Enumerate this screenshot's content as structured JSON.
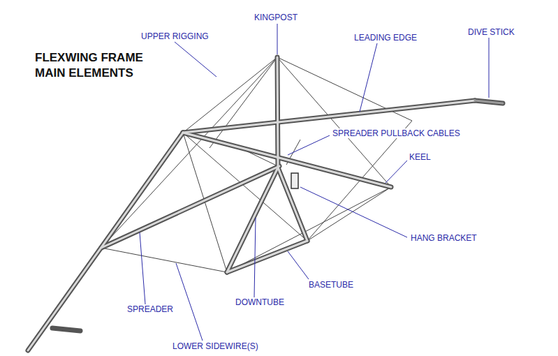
{
  "diagram": {
    "title": "FLEXWING FRAME MAIN ELEMENTS",
    "labels": [
      "UPPER RIGGING",
      "KINGPOST",
      "LEADING EDGE",
      "DIVE STICK",
      "SPREADER PULLBACK CABLES",
      "KEEL",
      "HANG BRACKET",
      "BASETUBE",
      "DOWNTUBE",
      "SPREADER",
      "LOWER SIDEWIRE(S)"
    ]
  }
}
